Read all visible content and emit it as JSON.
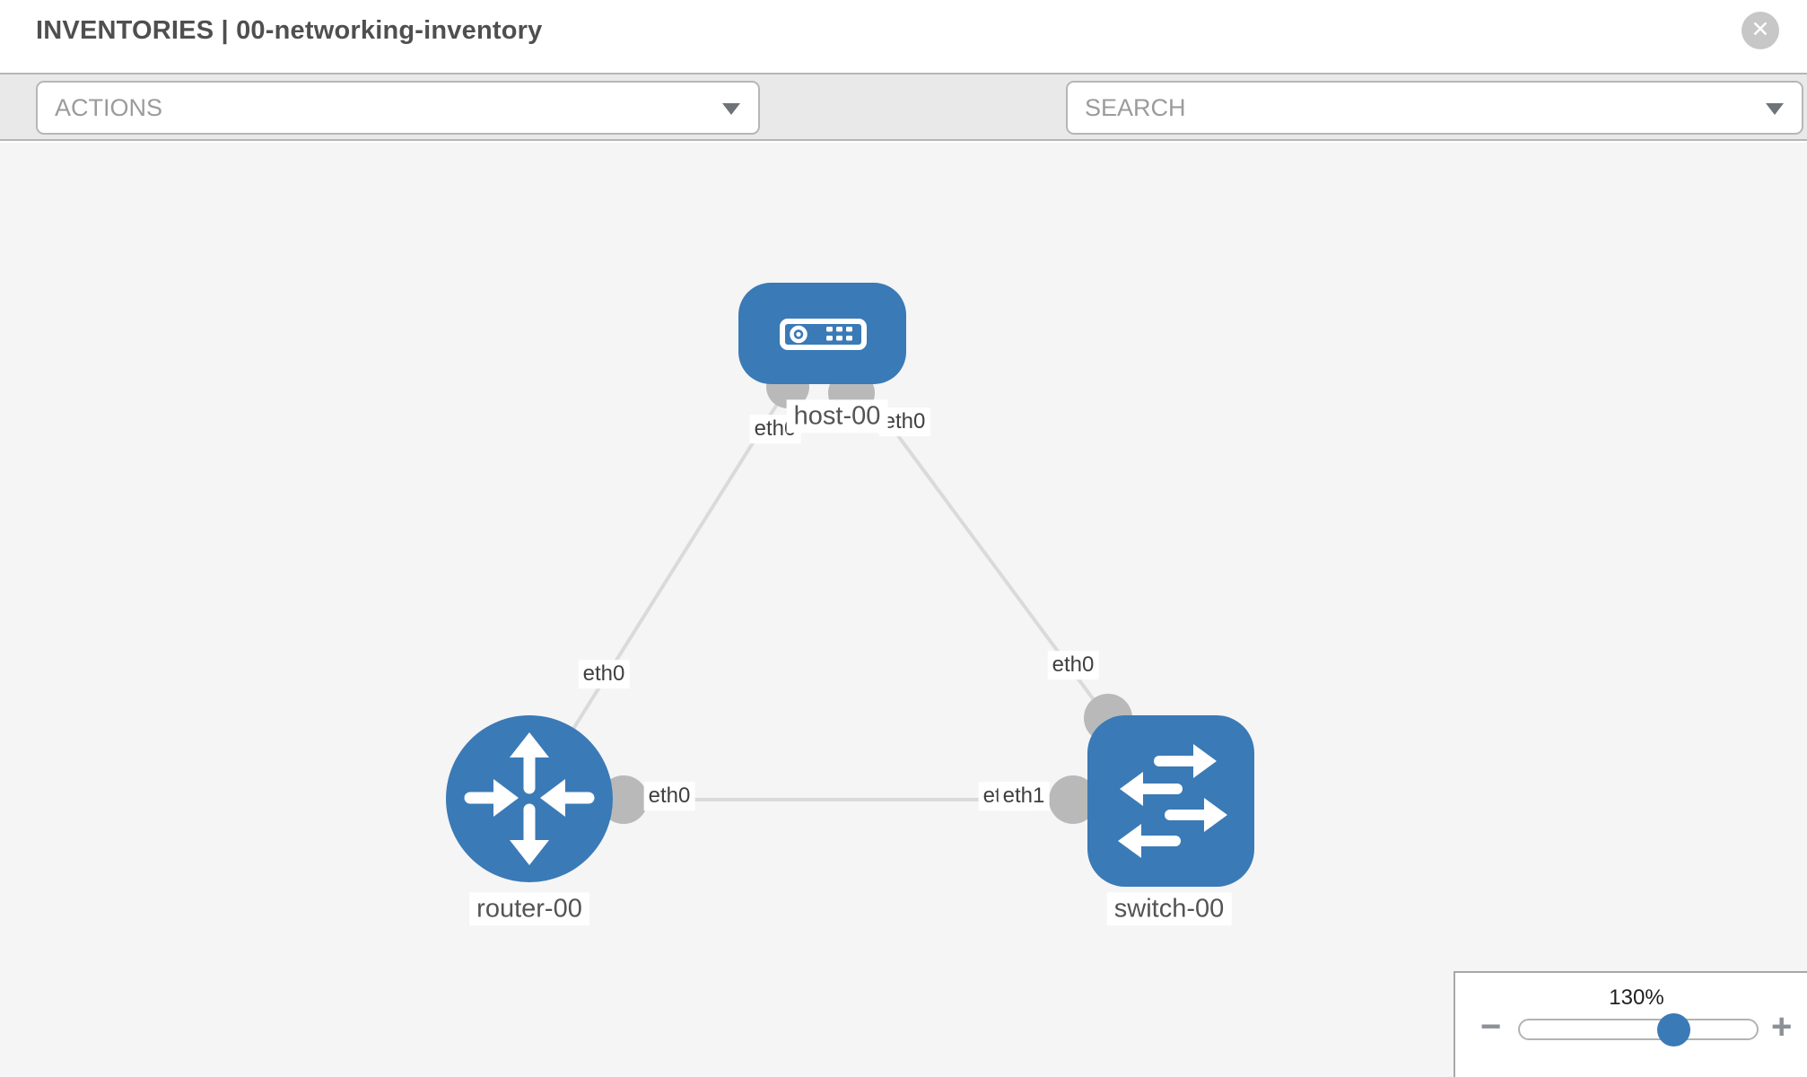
{
  "header": {
    "title": "INVENTORIES | 00-networking-inventory",
    "close_icon": "✕"
  },
  "toolbar": {
    "actions_label": "ACTIONS",
    "search_label": "SEARCH",
    "icons": [
      "wrench-icon",
      "key-icon"
    ]
  },
  "topology": {
    "nodes": [
      {
        "name": "host-00",
        "type": "host"
      },
      {
        "name": "router-00",
        "type": "router"
      },
      {
        "name": "switch-00",
        "type": "switch"
      }
    ],
    "links": [
      {
        "from": "host-00",
        "to": "router-00",
        "from_iface": "eth0",
        "to_iface": "eth0"
      },
      {
        "from": "host-00",
        "to": "switch-00",
        "from_iface": "eth0",
        "to_iface": "eth0"
      },
      {
        "from": "router-00",
        "to": "switch-00",
        "from_iface": "eth0",
        "to_iface": "eth1"
      }
    ],
    "iface_labels": [
      {
        "text": "eth0"
      },
      {
        "text": "eth0"
      },
      {
        "text": "eth0"
      },
      {
        "text": "eth0"
      },
      {
        "text": "eth0"
      },
      {
        "text": "eth0"
      },
      {
        "text": "eth1"
      }
    ],
    "colors": {
      "node_blue": "#3a7ab7",
      "link_gray": "#dadada",
      "connector_gray": "#b9b9b9"
    }
  },
  "zoom": {
    "level": "130%",
    "minus": "−",
    "plus": "+"
  }
}
